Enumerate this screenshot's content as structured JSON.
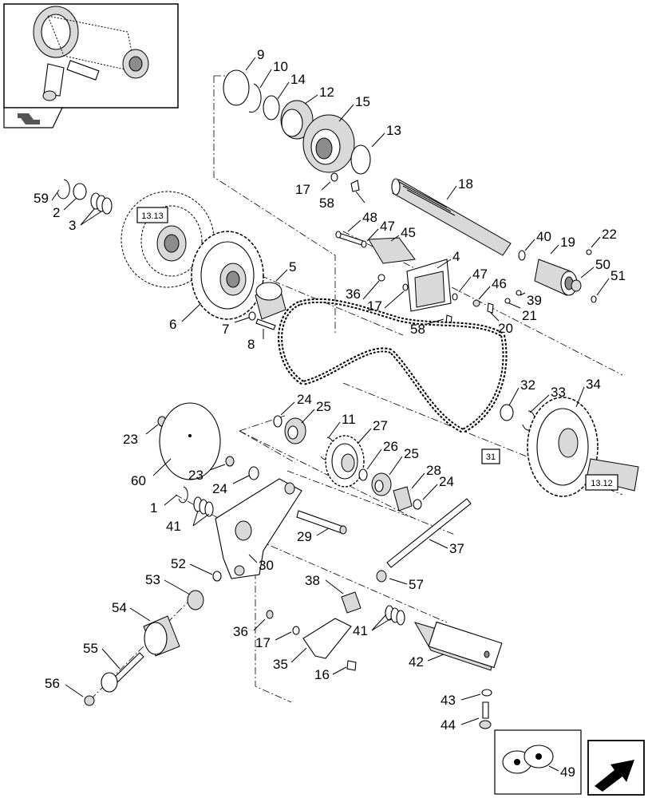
{
  "refs": {
    "r1313": "13.13",
    "r1312": "13.12",
    "r31": "31"
  },
  "callouts": [
    {
      "id": "c9",
      "text": "9"
    },
    {
      "id": "c10",
      "text": "10"
    },
    {
      "id": "c14",
      "text": "14"
    },
    {
      "id": "c12",
      "text": "12"
    },
    {
      "id": "c15",
      "text": "15"
    },
    {
      "id": "c13",
      "text": "13"
    },
    {
      "id": "c18",
      "text": "18"
    },
    {
      "id": "c17a",
      "text": "17"
    },
    {
      "id": "c58a",
      "text": "58"
    },
    {
      "id": "c59",
      "text": "59"
    },
    {
      "id": "c2",
      "text": "2"
    },
    {
      "id": "c3",
      "text": "3"
    },
    {
      "id": "c48",
      "text": "48"
    },
    {
      "id": "c47a",
      "text": "47"
    },
    {
      "id": "c45",
      "text": "45"
    },
    {
      "id": "c40",
      "text": "40"
    },
    {
      "id": "c19",
      "text": "19"
    },
    {
      "id": "c22",
      "text": "22"
    },
    {
      "id": "c5",
      "text": "5"
    },
    {
      "id": "c4",
      "text": "4"
    },
    {
      "id": "c47b",
      "text": "47"
    },
    {
      "id": "c46",
      "text": "46"
    },
    {
      "id": "c50",
      "text": "50"
    },
    {
      "id": "c51",
      "text": "51"
    },
    {
      "id": "c36a",
      "text": "36"
    },
    {
      "id": "c17b",
      "text": "17"
    },
    {
      "id": "c39",
      "text": "39"
    },
    {
      "id": "c58b",
      "text": "58"
    },
    {
      "id": "c21",
      "text": "21"
    },
    {
      "id": "c20",
      "text": "20"
    },
    {
      "id": "c6",
      "text": "6"
    },
    {
      "id": "c7",
      "text": "7"
    },
    {
      "id": "c8",
      "text": "8"
    },
    {
      "id": "c32",
      "text": "32"
    },
    {
      "id": "c33",
      "text": "33"
    },
    {
      "id": "c34",
      "text": "34"
    },
    {
      "id": "c24a",
      "text": "24"
    },
    {
      "id": "c25a",
      "text": "25"
    },
    {
      "id": "c11",
      "text": "11"
    },
    {
      "id": "c27",
      "text": "27"
    },
    {
      "id": "c23a",
      "text": "23"
    },
    {
      "id": "c26",
      "text": "26"
    },
    {
      "id": "c25b",
      "text": "25"
    },
    {
      "id": "c28",
      "text": "28"
    },
    {
      "id": "c24b",
      "text": "24"
    },
    {
      "id": "c23b",
      "text": "23"
    },
    {
      "id": "c24c",
      "text": "24"
    },
    {
      "id": "c60",
      "text": "60"
    },
    {
      "id": "c1",
      "text": "1"
    },
    {
      "id": "c41a",
      "text": "41"
    },
    {
      "id": "c29",
      "text": "29"
    },
    {
      "id": "c37",
      "text": "37"
    },
    {
      "id": "c52",
      "text": "52"
    },
    {
      "id": "c30",
      "text": "30"
    },
    {
      "id": "c53",
      "text": "53"
    },
    {
      "id": "c57",
      "text": "57"
    },
    {
      "id": "c38",
      "text": "38"
    },
    {
      "id": "c54",
      "text": "54"
    },
    {
      "id": "c36b",
      "text": "36"
    },
    {
      "id": "c17c",
      "text": "17"
    },
    {
      "id": "c41b",
      "text": "41"
    },
    {
      "id": "c55",
      "text": "55"
    },
    {
      "id": "c35",
      "text": "35"
    },
    {
      "id": "c42",
      "text": "42"
    },
    {
      "id": "c16",
      "text": "16"
    },
    {
      "id": "c56",
      "text": "56"
    },
    {
      "id": "c43",
      "text": "43"
    },
    {
      "id": "c44",
      "text": "44"
    },
    {
      "id": "c49",
      "text": "49"
    }
  ]
}
